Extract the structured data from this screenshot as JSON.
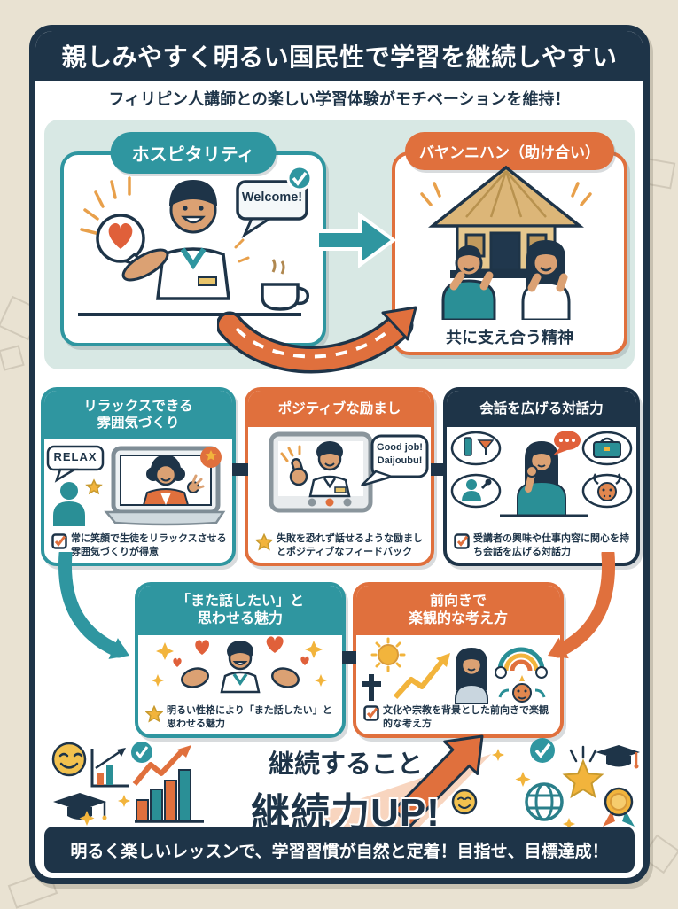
{
  "header": {
    "title": "親しみやすく明るい国民性で学習を継続しやすい",
    "subtitle": "フィリピン人講師との楽しい学習体験がモチベーションを維持！"
  },
  "top_section": {
    "hospitality": {
      "badge": "ホスピタリティ",
      "speech": "Welcome!"
    },
    "bayanihan": {
      "badge": "バヤンニハン（助け合い）",
      "caption": "共に支え合う精神"
    }
  },
  "middle_cards": [
    {
      "title_line1": "リラックスできる",
      "title_line2": "雰囲気づくり",
      "speech": "RELAX",
      "caption": "常に笑顔で生徒をリラックスさせる雰囲気づくりが得意"
    },
    {
      "title_line1": "ポジティブな励まし",
      "speech_line1": "Good job!",
      "speech_line2": "Daijoubu!",
      "caption": "失敗を恐れず話せるような励ましとポジティブなフィードバック"
    },
    {
      "title_line1": "会話を広げる対話力",
      "caption": "受講者の興味や仕事内容に関心を持ち会話を広げる対話力"
    }
  ],
  "bottom_cards": [
    {
      "title_line1": "「また話したい」と",
      "title_line2": "思わせる魅力",
      "caption": "明るい性格により「また話したい」と思わせる魅力"
    },
    {
      "title_line1": "前向きで",
      "title_line2": "楽観的な考え方",
      "caption": "文化や宗教を背景とした前向きで楽観的な考え方"
    }
  ],
  "conclusion": {
    "line1": "継続すること",
    "line2": "継続力UP!"
  },
  "footer": {
    "text": "明るく楽しいレッスンで、学習習慣が自然と定着！目指せ、目標達成！"
  },
  "colors": {
    "navy": "#1e3448",
    "teal": "#2f96a0",
    "orange": "#e0703d",
    "gold": "#f2b43c",
    "light_teal": "#d8e8e4",
    "beige": "#e9e2d2",
    "skin": "#dba173"
  },
  "icons": {
    "check-icon": "✓",
    "checkbox-icon": "☑",
    "star-icon": "★",
    "heart-icon": "❤",
    "smiley-icon": "☺",
    "sparkle-icon": "✦",
    "graduation-cap-icon": "mortarboard shape",
    "globe-icon": "meridian circle shape",
    "medal-icon": "ribbon medal shape",
    "bar-chart-icon": "rising bars shape",
    "arrow-icon": "➜",
    "coffee-icon": "cup shape",
    "nipa-hut-icon": "thatched hut shape"
  }
}
